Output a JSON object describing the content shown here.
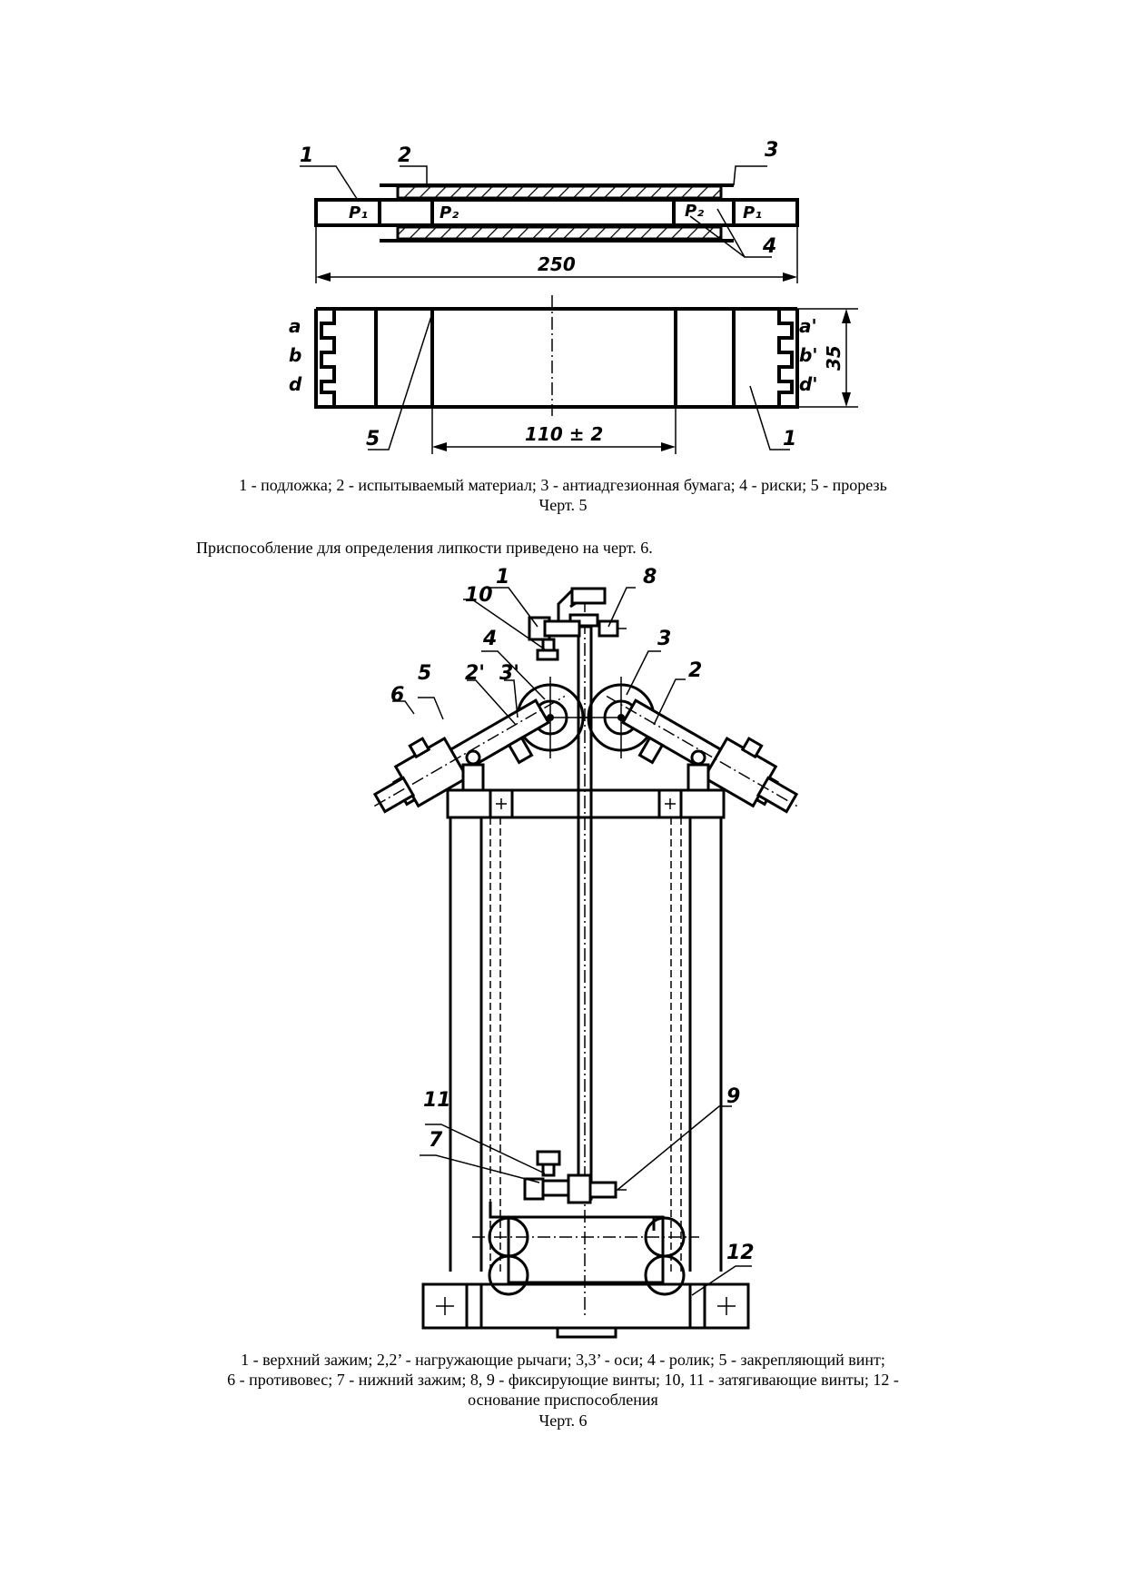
{
  "fig5": {
    "labels": {
      "n1_top": "1",
      "n2": "2",
      "n3": "3",
      "n4": "4",
      "n1_bottom": "1",
      "n5": "5",
      "p1_left": "P₁",
      "p2_left": "P₂",
      "p2_right": "P₂",
      "p1_right": "P₁",
      "dim_250": "250",
      "dim_110": "110 ± 2",
      "dim_35": "35",
      "a": "a",
      "b": "b",
      "d": "d",
      "a_prime": "a'",
      "b_prime": "b'",
      "d_prime": "d'"
    },
    "legend": "1 - подложка; 2 - испытываемый материал; 3 - антиадгезионная бумага; 4 - риски; 5 - прорезь",
    "title": "Черт. 5"
  },
  "intro": "Приспособление для определения липкости приведено на черт. 6.",
  "fig6": {
    "labels": {
      "n1": "1",
      "n10": "10",
      "n8": "8",
      "n4": "4",
      "n3": "3",
      "n5": "5",
      "n2_prime": "2'",
      "n3_prime": "3'",
      "n2": "2",
      "n6": "6",
      "n11": "11",
      "n7": "7",
      "n9": "9",
      "n12": "12"
    },
    "legend_lines": [
      "1 - верхний зажим; 2,2’ - нагружающие рычаги; 3,3’ - оси; 4 - ролик; 5 - закрепляющий винт;",
      "6 - противовес; 7 - нижний зажим; 8, 9 - фиксирующие винты; 10, 11 - затягивающие винты; 12 -",
      "основание приспособления"
    ],
    "title": "Черт. 6"
  }
}
